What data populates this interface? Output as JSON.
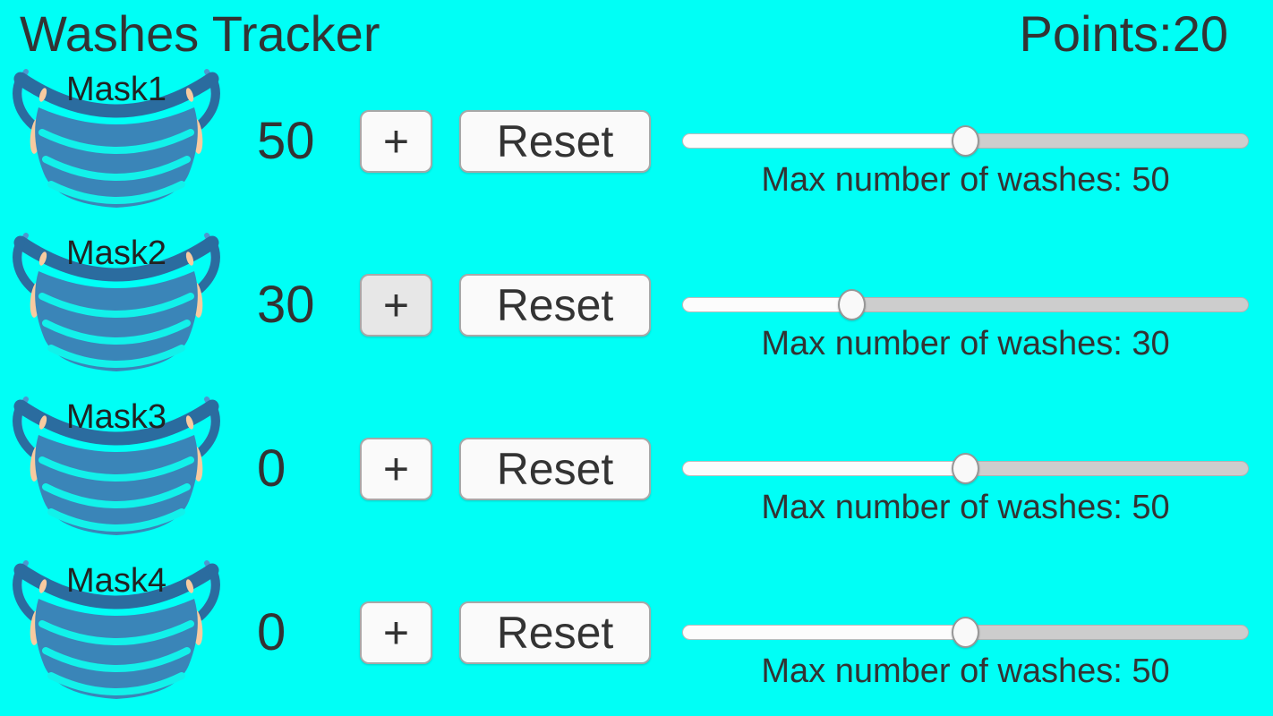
{
  "app": {
    "title": "Washes Tracker",
    "points_label": "Points:",
    "points_value": "20"
  },
  "colors": {
    "background": "#00FFF6",
    "text": "#333333",
    "mask_body": "#3A85B8",
    "mask_band": "#2B6C9F",
    "mask_strap": "#4D96CE",
    "mask_ear": "#F8CBA0",
    "mask_pleat": "#12F1EA",
    "button_bg": "#FAFAFA",
    "button_pressed_bg": "#E7E7E7",
    "button_border": "#A8A8A8",
    "button_text": "#333333",
    "slider_fill": "#FCFCFC",
    "slider_track": "#CDCDCD",
    "slider_thumb": "#F9F9F9"
  },
  "rows": [
    {
      "label": "Mask1",
      "count": "50",
      "plus_label": "+",
      "reset_label": "Reset",
      "max_washes_label": "Max number of washes: 50",
      "slider_value": 50,
      "slider_max": 100,
      "plus_pressed": false
    },
    {
      "label": "Mask2",
      "count": "30",
      "plus_label": "+",
      "reset_label": "Reset",
      "max_washes_label": "Max number of washes: 30",
      "slider_value": 30,
      "slider_max": 100,
      "plus_pressed": true
    },
    {
      "label": "Mask3",
      "count": "0",
      "plus_label": "+",
      "reset_label": "Reset",
      "max_washes_label": "Max number of washes: 50",
      "slider_value": 50,
      "slider_max": 100,
      "plus_pressed": false
    },
    {
      "label": "Mask4",
      "count": "0",
      "plus_label": "+",
      "reset_label": "Reset",
      "max_washes_label": "Max number of washes: 50",
      "slider_value": 50,
      "slider_max": 100,
      "plus_pressed": false
    }
  ]
}
